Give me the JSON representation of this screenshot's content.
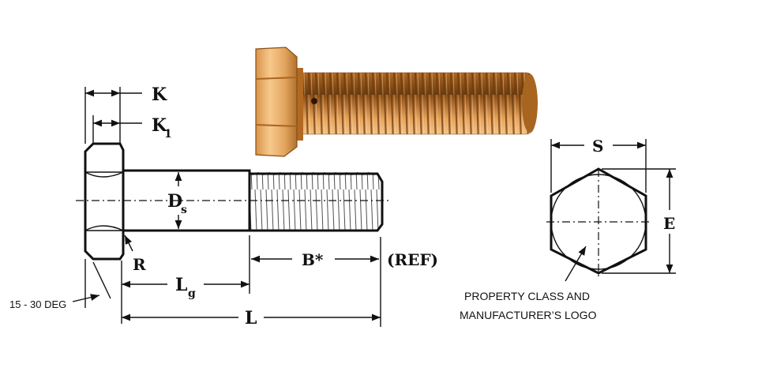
{
  "labels": {
    "k": "K",
    "k1_main": "K",
    "k1_sub": "1",
    "ds_main": "D",
    "ds_sub": "s",
    "r": "R",
    "lg_main": "L",
    "lg_sub": "g",
    "l": "L",
    "b": "B*",
    "ref": "(REF)",
    "angle": "15 - 30 DEG",
    "s": "S",
    "e": "E",
    "note_line1": "PROPERTY CLASS AND",
    "note_line2": "MANUFACTURER’S LOGO"
  },
  "colors": {
    "ink": "#111111",
    "bronze_light": "#f0b06a",
    "bronze_mid": "#c87a30",
    "bronze_dark": "#7a4512"
  },
  "icons": {
    "photo": "bronze-hex-bolt-photo",
    "side_view": "hex-bolt-side-view",
    "end_view": "hex-head-end-view"
  }
}
